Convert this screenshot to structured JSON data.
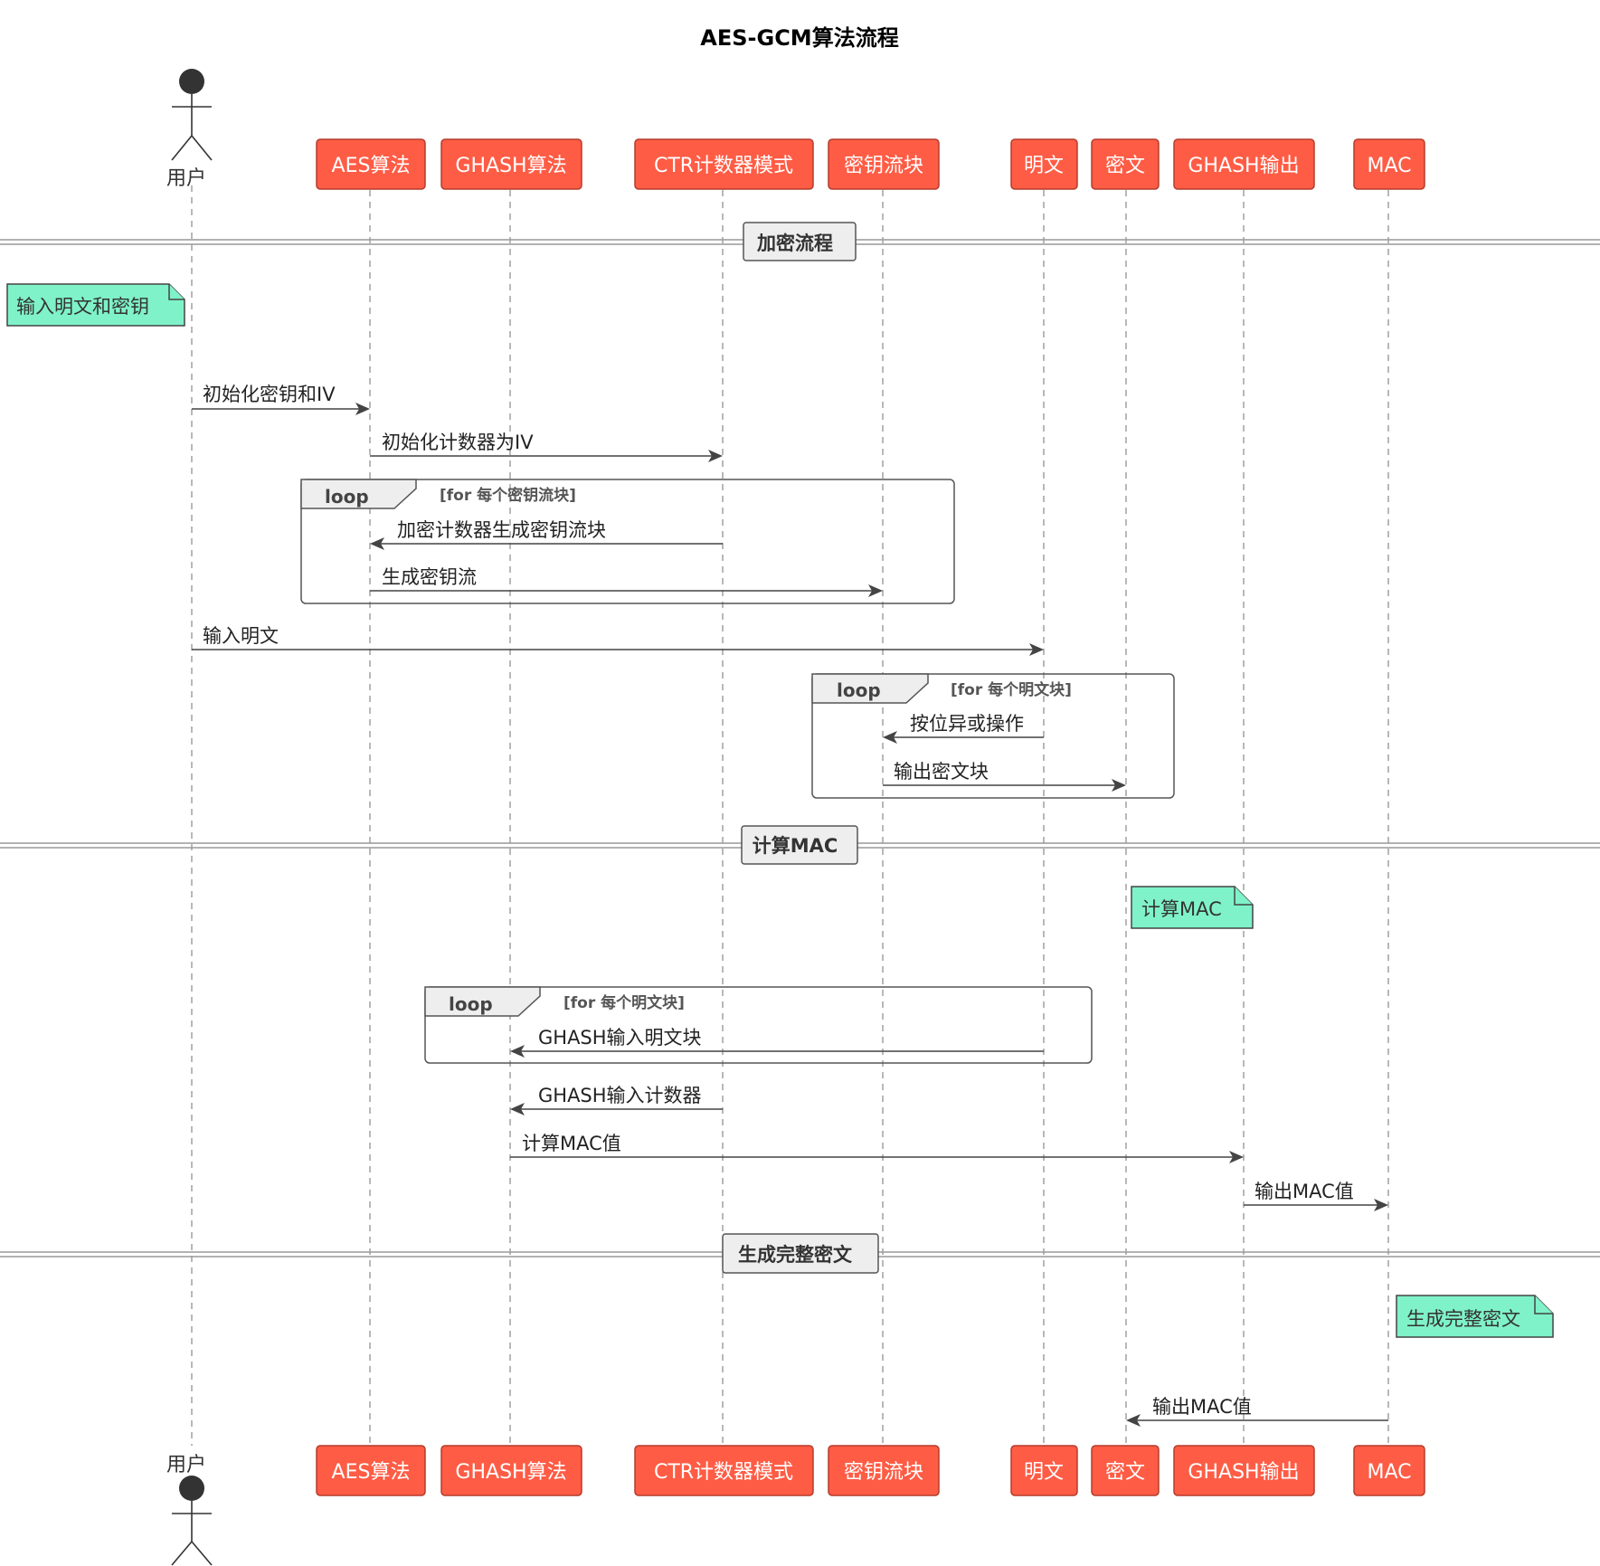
{
  "title": "AES-GCM算法流程",
  "colors": {
    "participant_fill": "#ff5c45",
    "note_fill": "#7ff2c9",
    "section_fill": "#eeeeee"
  },
  "actor": {
    "name": "用户"
  },
  "participants": [
    {
      "id": "aes",
      "label": "AES算法"
    },
    {
      "id": "ghash",
      "label": "GHASH算法"
    },
    {
      "id": "ctr",
      "label": "CTR计数器模式"
    },
    {
      "id": "ks",
      "label": "密钥流块"
    },
    {
      "id": "pt",
      "label": "明文"
    },
    {
      "id": "ct",
      "label": "密文"
    },
    {
      "id": "gout",
      "label": "GHASH输出"
    },
    {
      "id": "mac",
      "label": "MAC"
    }
  ],
  "sections": [
    {
      "label": "加密流程"
    },
    {
      "label": "计算MAC"
    },
    {
      "label": "生成完整密文"
    }
  ],
  "notes": [
    {
      "text": "输入明文和密钥",
      "over": "user"
    },
    {
      "text": "计算MAC",
      "over": "ct"
    },
    {
      "text": "生成完整密文",
      "over": "mac"
    }
  ],
  "loops": [
    {
      "label": "loop",
      "condition": "[for 每个密钥流块]"
    },
    {
      "label": "loop",
      "condition": "[for 每个明文块]"
    },
    {
      "label": "loop",
      "condition": "[for 每个明文块]"
    }
  ],
  "messages": [
    {
      "from": "user",
      "to": "aes",
      "text": "初始化密钥和IV"
    },
    {
      "from": "aes",
      "to": "ctr",
      "text": "初始化计数器为IV"
    },
    {
      "from": "ctr",
      "to": "aes",
      "text": "加密计数器生成密钥流块"
    },
    {
      "from": "aes",
      "to": "ks",
      "text": "生成密钥流"
    },
    {
      "from": "user",
      "to": "pt",
      "text": "输入明文"
    },
    {
      "from": "pt",
      "to": "ks",
      "text": "按位异或操作"
    },
    {
      "from": "ks",
      "to": "ct",
      "text": "输出密文块"
    },
    {
      "from": "pt",
      "to": "ghash",
      "text": "GHASH输入明文块"
    },
    {
      "from": "ctr",
      "to": "ghash",
      "text": "GHASH输入计数器"
    },
    {
      "from": "ghash",
      "to": "gout",
      "text": "计算MAC值"
    },
    {
      "from": "gout",
      "to": "mac",
      "text": "输出MAC值"
    },
    {
      "from": "mac",
      "to": "ct",
      "text": "输出MAC值"
    }
  ]
}
